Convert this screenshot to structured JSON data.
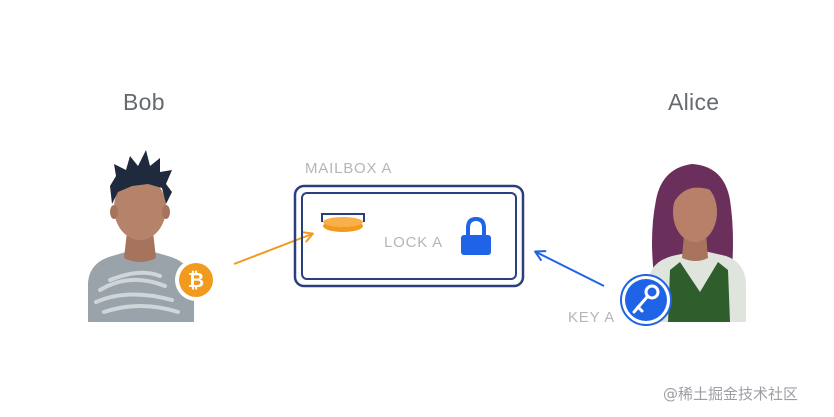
{
  "people": {
    "bob": {
      "name": "Bob"
    },
    "alice": {
      "name": "Alice"
    }
  },
  "mailbox": {
    "label": "MAILBOX A",
    "lock_label": "LOCK A"
  },
  "key": {
    "label": "KEY A"
  },
  "watermark": "@稀土掘金技术社区",
  "colors": {
    "mailbox_border": "#2b3f7e",
    "lock": "#1f63e6",
    "bitcoin": "#f29a1e",
    "coin_slot": "#f29a1e",
    "bob_arrow": "#f29a1e",
    "alice_arrow": "#1f63e6",
    "key_badge": "#1f63e6",
    "name_text": "#666a70",
    "caption_text": "#b3b6ba"
  },
  "icons": {
    "bitcoin_badge": "bitcoin-icon",
    "key_badge": "key-icon",
    "lock": "padlock-icon",
    "coin": "coin-icon"
  }
}
